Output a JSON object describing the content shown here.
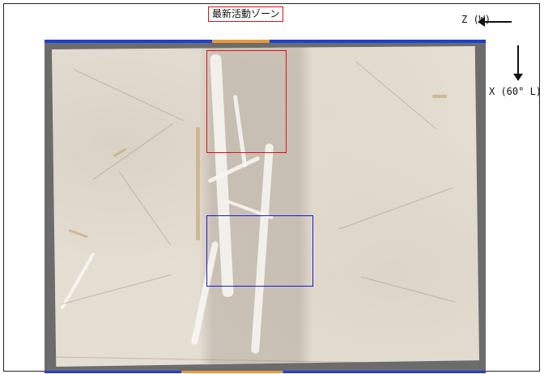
{
  "title": "最新活動ゾーン",
  "axes": {
    "z_label": "Z (W)",
    "x_label": "X (60° L)"
  },
  "colors": {
    "highlight_red": "#e01010",
    "highlight_blue": "#1818d8",
    "edge_blue": "#1f3fd6",
    "edge_orange": "#e89a3a"
  },
  "icons": {
    "z_direction": "arrow-left-icon",
    "x_direction": "arrow-down-icon"
  }
}
